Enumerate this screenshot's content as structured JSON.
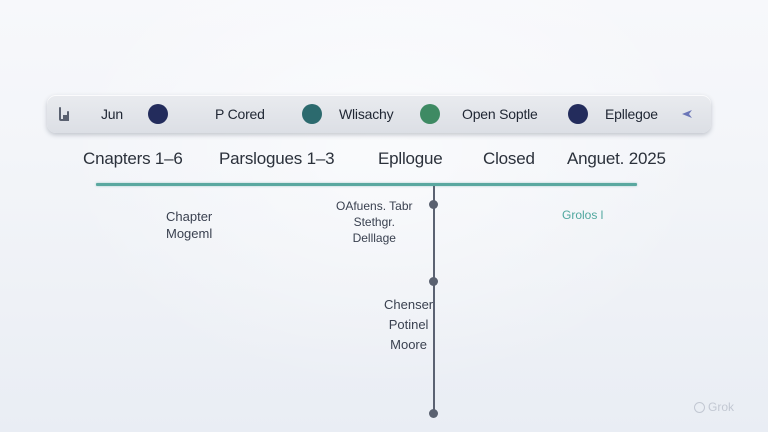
{
  "tabbar": {
    "items": [
      {
        "label": "Jun"
      },
      {
        "label": "P Cored"
      },
      {
        "label": "Wlisachy"
      },
      {
        "label": "Open Soptle"
      },
      {
        "label": "Epllegoe"
      }
    ],
    "dot_colors": [
      "#232c5c",
      "#2c6a6e",
      "#3e8a63",
      "#232c5c"
    ],
    "left_icon": "document-icon",
    "right_icon": "arrow-icon"
  },
  "phases": [
    "Cnapters 1–6",
    "Parslogues 1–3",
    "Epllogue",
    "Closed",
    "Anguet. 2025"
  ],
  "notes": {
    "chapter": [
      "Chapter",
      "Mogeml"
    ],
    "middle": [
      "OAfuens. Tabr",
      "Stethgr.",
      "Delllage"
    ],
    "lower": [
      "Chenser",
      "Potinel",
      "Moore"
    ],
    "right": "Grolos l"
  },
  "colors": {
    "accent_line": "#5aa8a0",
    "vertical_line": "#5b6272"
  },
  "watermark": "Grok"
}
